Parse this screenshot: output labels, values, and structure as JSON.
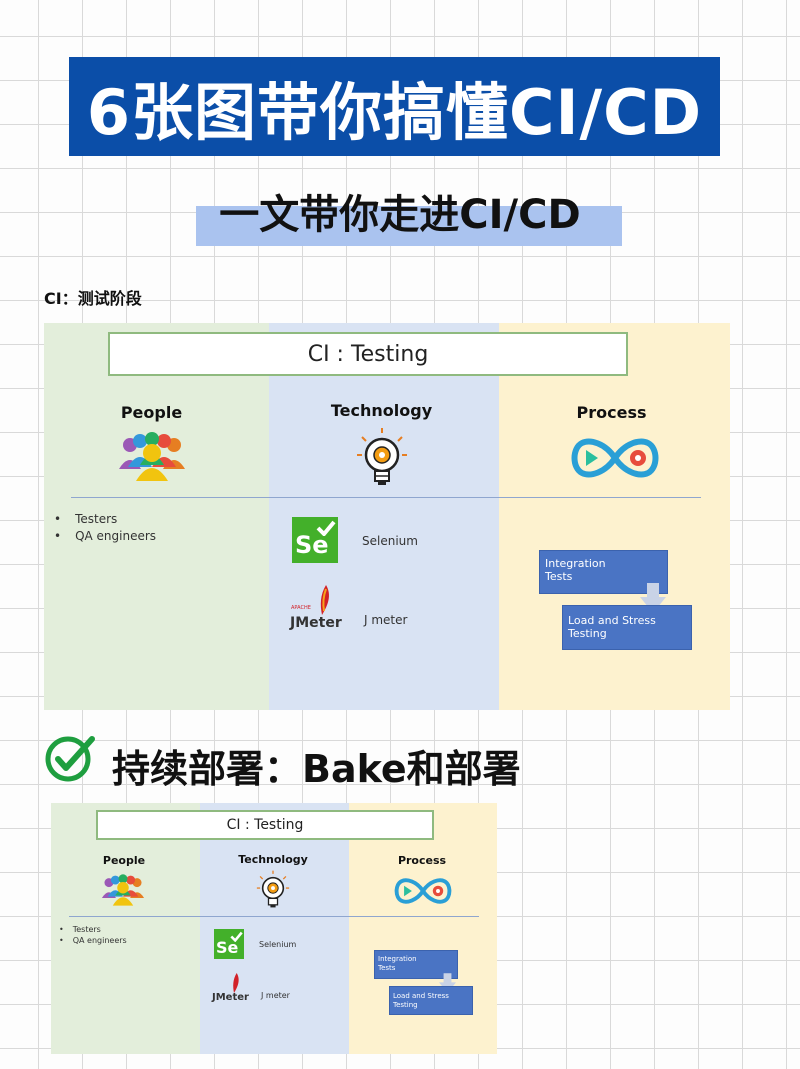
{
  "header": {
    "title": "6张图带你搞懂CI/CD",
    "subtitle": "一文带你走进CI/CD"
  },
  "section1": {
    "label": "CI：测试阶段"
  },
  "section2": {
    "heading": "持续部署：Bake和部署",
    "check_icon": "check-circle-icon"
  },
  "slide": {
    "title": "CI : Testing",
    "columns": {
      "people": "People",
      "technology": "Technology",
      "process": "Process"
    },
    "people_items": [
      "Testers",
      "QA engineers"
    ],
    "tools": [
      {
        "name": "Selenium",
        "icon": "selenium-logo",
        "logo_text": "Se"
      },
      {
        "name": "J meter",
        "icon": "jmeter-logo",
        "logo_text": "JMeter",
        "logo_small": "APACHE"
      }
    ],
    "process_steps": [
      "Integration Tests",
      "Load and Stress Testing"
    ],
    "colors": {
      "people": "#e3eedb",
      "technology": "#d9e3f3",
      "process": "#fdf2cf",
      "process_box": "#4a74c4",
      "title_border": "#8fba7f"
    }
  }
}
